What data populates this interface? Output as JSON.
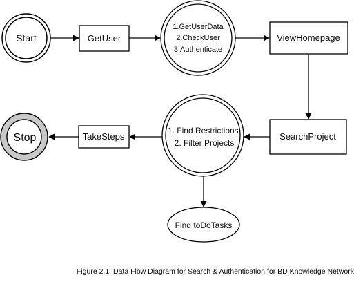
{
  "diagram": {
    "start_label": "Start",
    "getuser_label": "GetUser",
    "process1_lines": [
      "1.GetUserData",
      "2.CheckUser",
      "3.Authenticate"
    ],
    "viewhomepage_label": "ViewHomepage",
    "searchproject_label": "SearchProject",
    "process2_lines": [
      "1. Find Restrictions.",
      "2. Filter Projects"
    ],
    "takesteps_label": "TakeSteps",
    "stop_label": "Stop",
    "findtodotasks_label": "Find toDoTasks"
  },
  "caption": "Figure 2.1: Data Flow Diagram for Search & Authentication for BD Knowledge Network",
  "colors": {
    "stroke": "#000000",
    "stop_ring": "#c8c8c8",
    "background": "#ffffff"
  }
}
